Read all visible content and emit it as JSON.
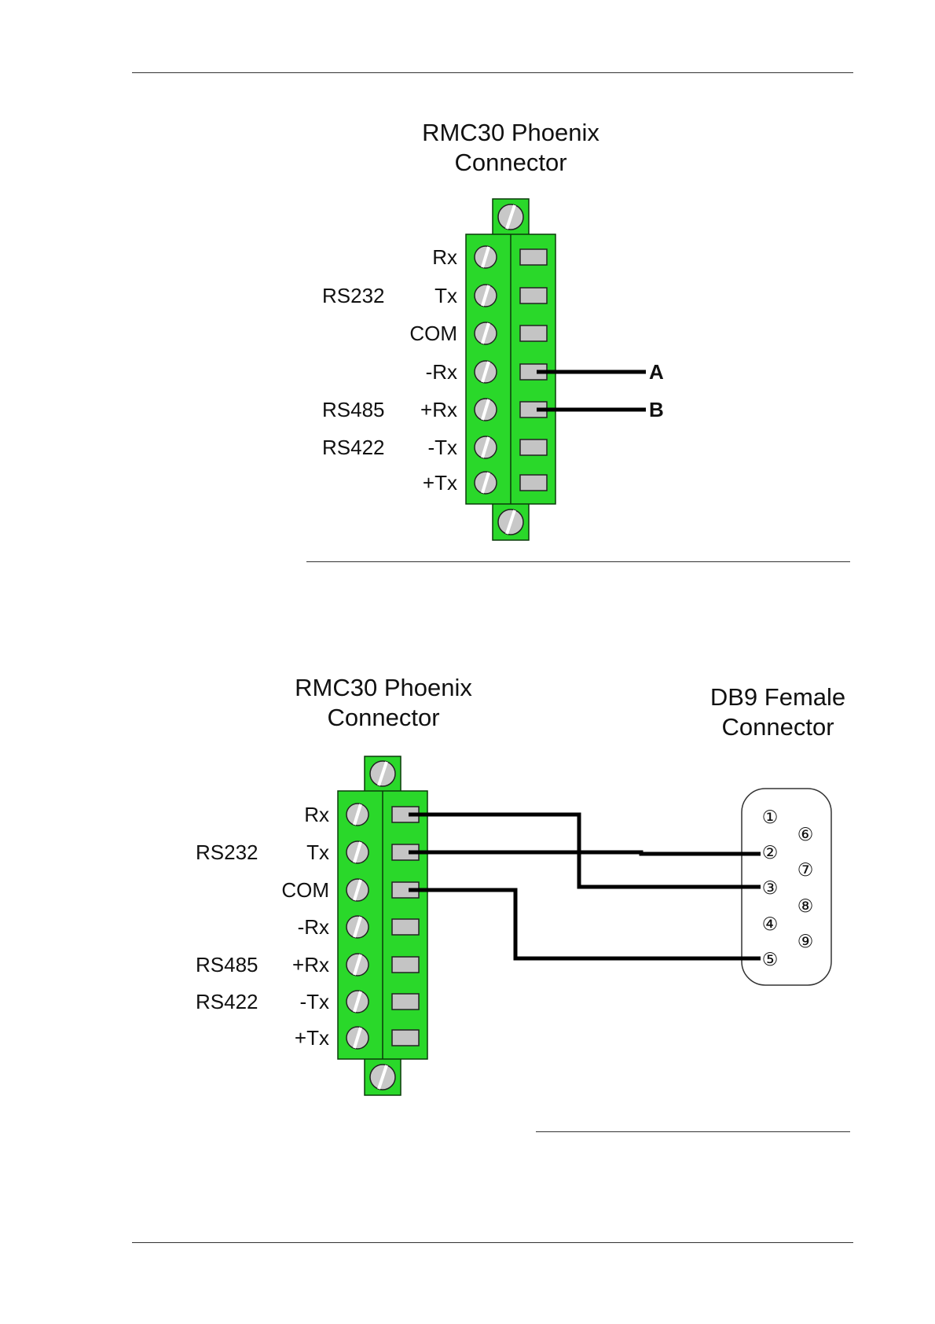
{
  "colors": {
    "connector_fill": "#2ad82a",
    "connector_stroke": "#0a3a0a",
    "terminal_fill": "#c4c4c4",
    "screw_fill": "#c8c8c8",
    "wire": "#000000",
    "rule": "#333333"
  },
  "icons": [
    "screw-icon",
    "terminal-icon"
  ],
  "diagram1": {
    "title_line1": "RMC30 Phoenix",
    "title_line2": "Connector",
    "pins": [
      "Rx",
      "Tx",
      "COM",
      "-Rx",
      "+Rx",
      "-Tx",
      "+Tx"
    ],
    "groups": {
      "rs232": "RS232",
      "rs485": "RS485",
      "rs422": "RS422"
    },
    "wire_labels": [
      "A",
      "B"
    ]
  },
  "diagram2": {
    "title_line1": "RMC30 Phoenix",
    "title_line2": "Connector",
    "db9_title_line1": "DB9 Female",
    "db9_title_line2": "Connector",
    "pins": [
      "Rx",
      "Tx",
      "COM",
      "-Rx",
      "+Rx",
      "-Tx",
      "+Tx"
    ],
    "groups": {
      "rs232": "RS232",
      "rs485": "RS485",
      "rs422": "RS422"
    },
    "db9_pins": [
      "①",
      "②",
      "③",
      "④",
      "⑤",
      "⑥",
      "⑦",
      "⑧",
      "⑨"
    ],
    "connections": [
      {
        "from": "Rx",
        "to": "3"
      },
      {
        "from": "Tx",
        "to": "2"
      },
      {
        "from": "COM",
        "to": "5"
      }
    ]
  }
}
